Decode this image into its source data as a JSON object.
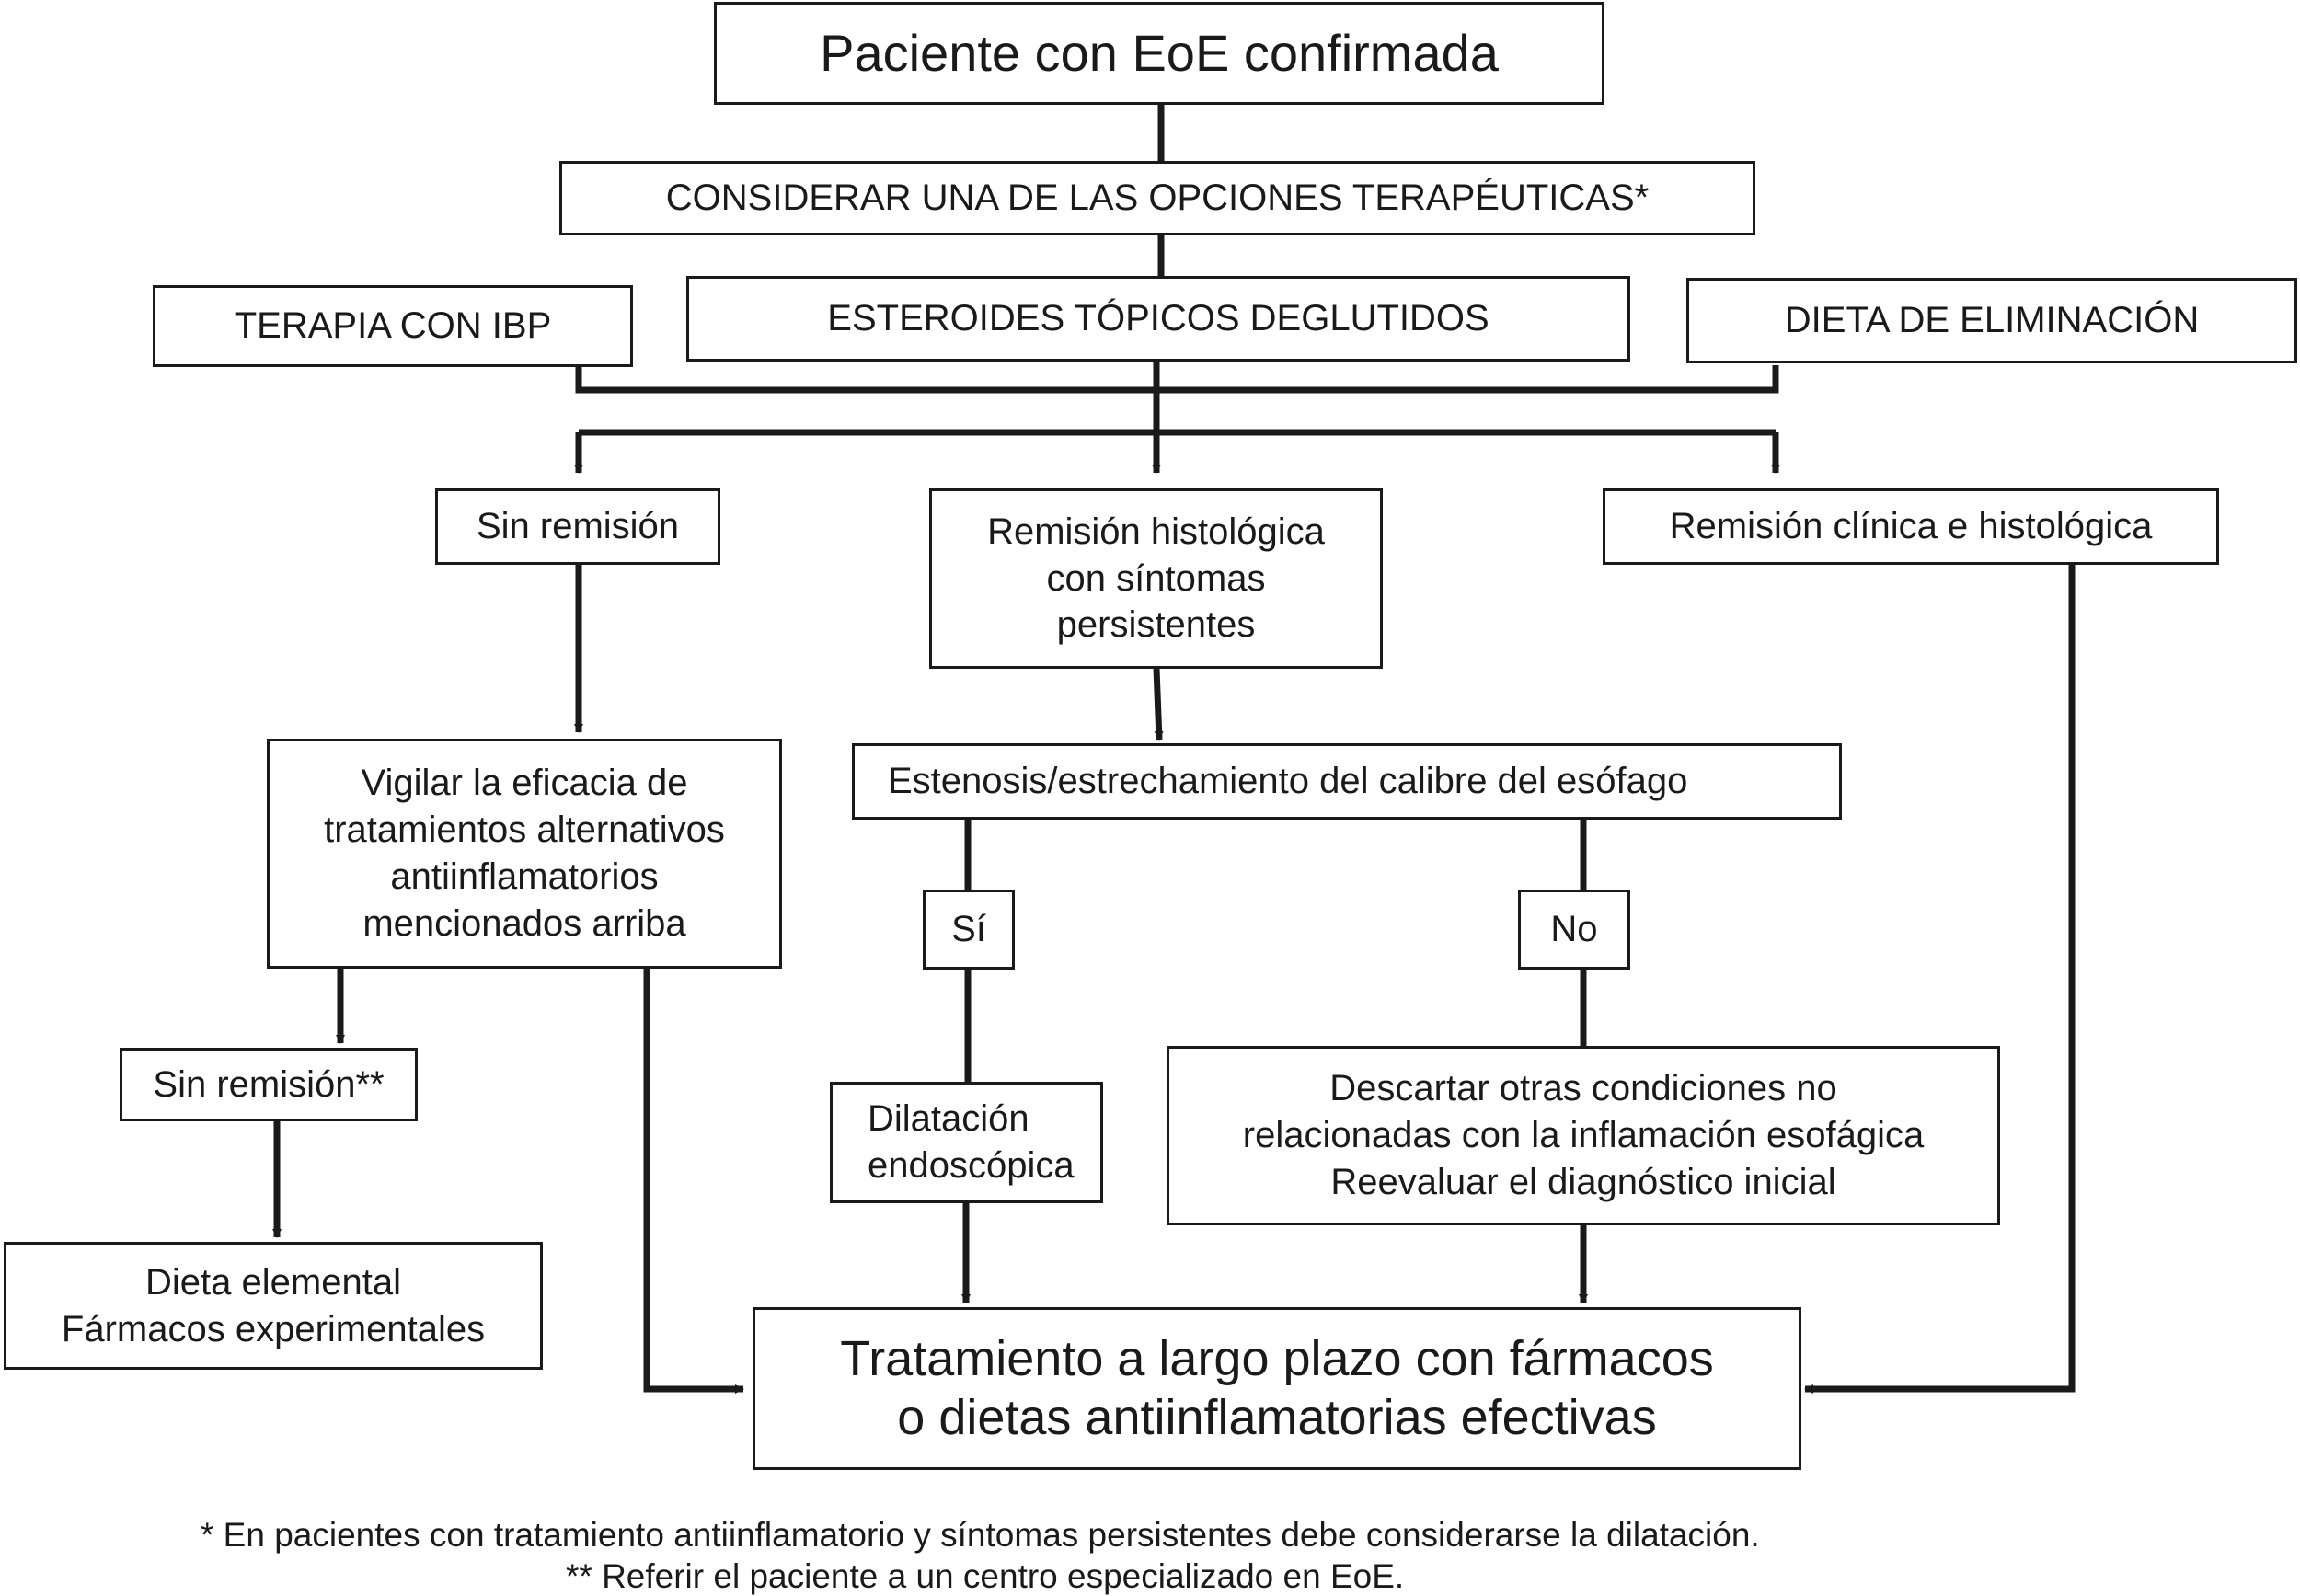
{
  "nodes": {
    "start": "Paciente con EoE confirmada",
    "consider": "CONSIDERAR UNA DE LAS OPCIONES TERAPÉUTICAS*",
    "ppi": "TERAPIA CON IBP",
    "steroids": "ESTEROIDES TÓPICOS DEGLUTIDOS",
    "diet": "DIETA DE ELIMINACIÓN",
    "no_remission": "Sin remisión",
    "histologic_remission": [
      "Remisión histológica",
      "con síntomas",
      "persistentes"
    ],
    "clinical_histologic_remission": "Remisión clínica e histológica",
    "monitor": [
      "Vigilar la eficacia de",
      "tratamientos alternativos",
      "antiinflamatorios",
      "mencionados arriba"
    ],
    "stenosis": "Estenosis/estrechamiento del calibre del esófago",
    "yes": "Sí",
    "no": "No",
    "no_remission_2": "Sin remisión**",
    "dilation": [
      "Dilatación",
      "endoscópica"
    ],
    "rule_out": [
      "Descartar otras condiciones no",
      "relacionadas con la inflamación esofágica",
      "Reevaluar el diagnóstico inicial"
    ],
    "elemental": [
      "Dieta elemental",
      "Fármacos experimentales"
    ],
    "long_term": [
      "Tratamiento a largo plazo con fármacos",
      "o dietas antiinflamatorias efectivas"
    ]
  },
  "footnotes": {
    "one_star": "* En pacientes con tratamiento antiinflamatorio y síntomas persistentes debe considerarse la dilatación.",
    "two_star": "** Referir el paciente a un centro  especializado en EoE."
  },
  "colors": {
    "line": "#1a1a1a",
    "background": "#ffffff"
  }
}
